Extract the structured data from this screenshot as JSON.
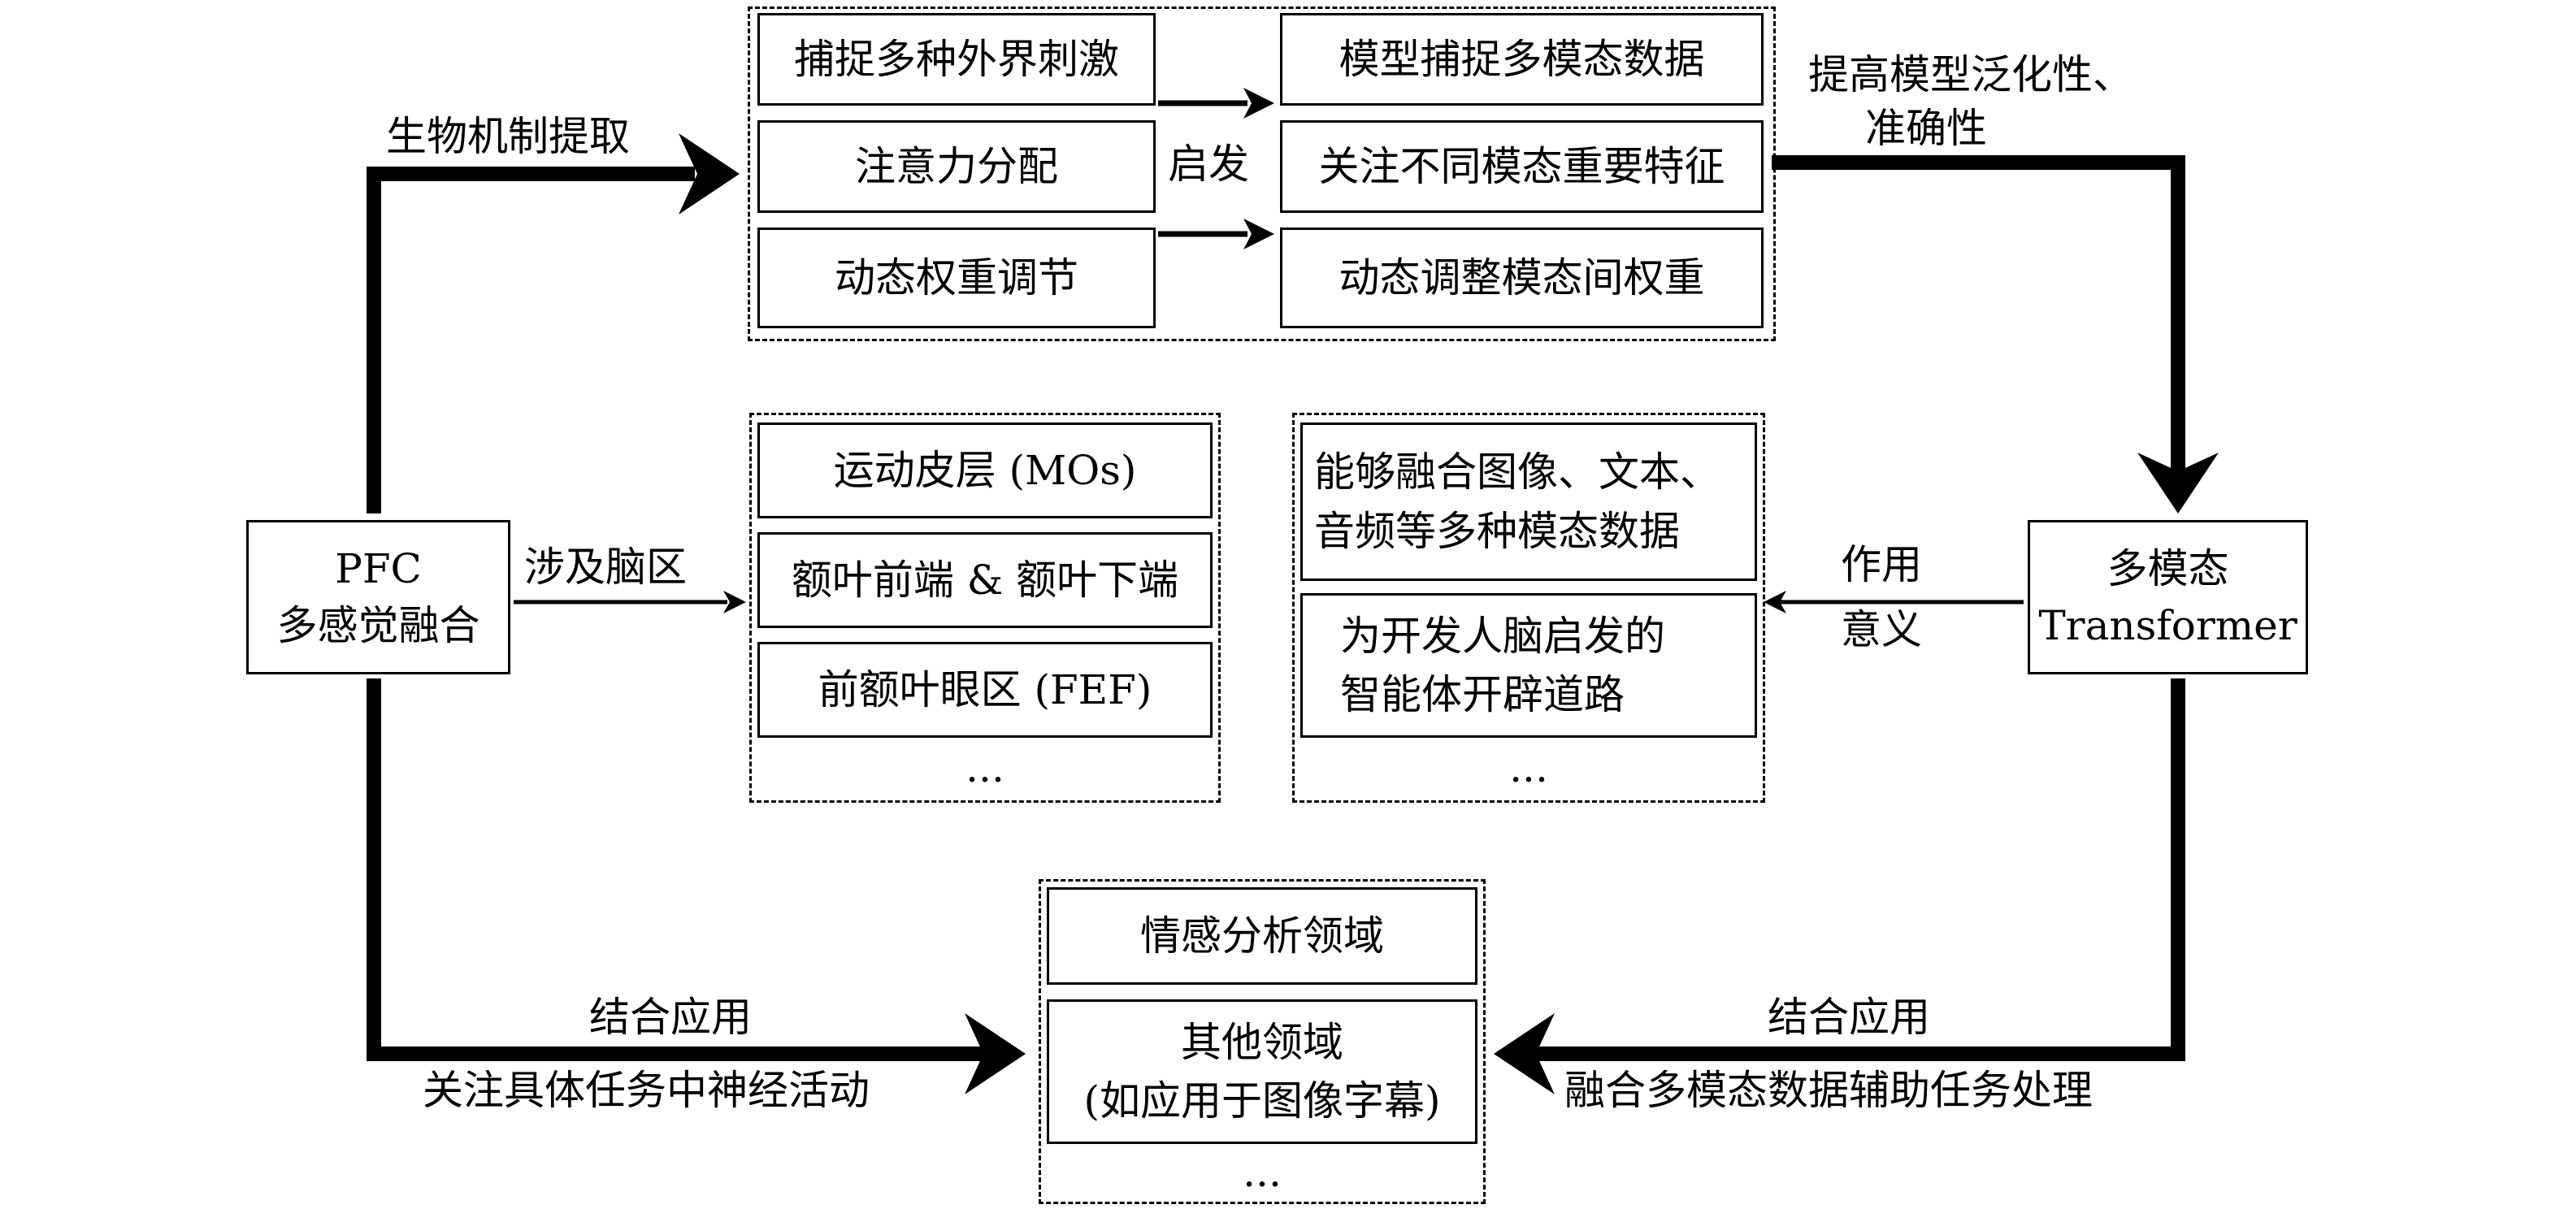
{
  "pfc": {
    "line1": "PFC",
    "line2": "多感觉融合"
  },
  "transformer": {
    "line1": "多模态",
    "line2": "Transformer"
  },
  "top_group": {
    "left_items": [
      "捕捉多种外界刺激",
      "注意力分配",
      "动态权重调节"
    ],
    "right_items": [
      "模型捕捉多模态数据",
      "关注不同模态重要特征",
      "动态调整模态间权重"
    ],
    "middle_label": "启发"
  },
  "brain_group": {
    "items": [
      "运动皮层 (MOs)",
      "额叶前端 & 额叶下端",
      "前额叶眼区 (FEF)"
    ],
    "ellipsis": "..."
  },
  "meaning_group": {
    "items": [
      {
        "line1": "能够融合图像、文本、",
        "line2": "音频等多种模态数据"
      },
      {
        "line1": "为开发人脑启发的",
        "line2": "智能体开辟道路"
      }
    ],
    "ellipsis": "..."
  },
  "app_group": {
    "items": [
      {
        "line1": "情感分析领域",
        "line2": ""
      },
      {
        "line1": "其他领域",
        "line2": "(如应用于图像字幕)"
      }
    ],
    "ellipsis": "..."
  },
  "edge_labels": {
    "bio": "生物机制提取",
    "generalize_1": "提高模型泛化性、",
    "generalize_2": "准确性",
    "brain": "涉及脑区",
    "effect_1": "作用",
    "effect_2": "意义",
    "apply_left_1": "结合应用",
    "apply_left_2": "关注具体任务中神经活动",
    "apply_right_1": "结合应用",
    "apply_right_2": "融合多模态数据辅助任务处理"
  }
}
